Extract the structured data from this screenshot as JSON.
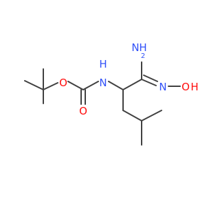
{
  "molecule": {
    "atom_labels": {
      "carbonyl_oxygen": "O",
      "ester_oxygen": "O",
      "carbamate_nh": "N",
      "carbamate_h": "H",
      "amidine_nh2_n": "N",
      "amidine_nh2_h2": "H",
      "amidine_nh2_sub": "2",
      "oxime_n": "N",
      "hydroxyl_o": "O",
      "hydroxyl_h": "H"
    },
    "colors": {
      "bond": "#404040",
      "oxygen": "#ff0d0d",
      "nitrogen": "#3050f8"
    }
  }
}
